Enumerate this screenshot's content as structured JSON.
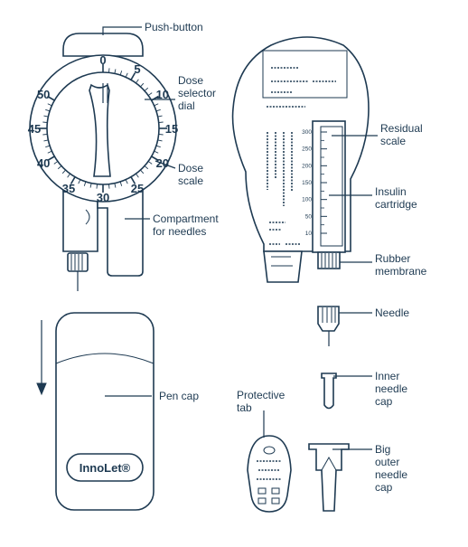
{
  "labels": {
    "push_button": "Push-button",
    "dose_selector_dial": "Dose\nselector\ndial",
    "dose_scale": "Dose\nscale",
    "compartment": "Compartment\nfor needles",
    "pen_cap": "Pen cap",
    "residual_scale": "Residual\nscale",
    "insulin_cartridge": "Insulin\ncartridge",
    "rubber_membrane": "Rubber\nmembrane",
    "needle": "Needle",
    "inner_needle_cap": "Inner\nneedle\ncap",
    "protective_tab": "Protective\ntab",
    "big_outer_needle_cap": "Big\nouter\nneedle\ncap"
  },
  "dial_numbers": [
    "0",
    "5",
    "10",
    "15",
    "20",
    "25",
    "30",
    "35",
    "40",
    "45",
    "50"
  ],
  "residual_scale_numbers": [
    "300",
    "250",
    "200",
    "150",
    "100",
    "50",
    "10"
  ],
  "brand": "InnoLet®",
  "colors": {
    "ink": "#1e3a52",
    "background": "#ffffff"
  }
}
